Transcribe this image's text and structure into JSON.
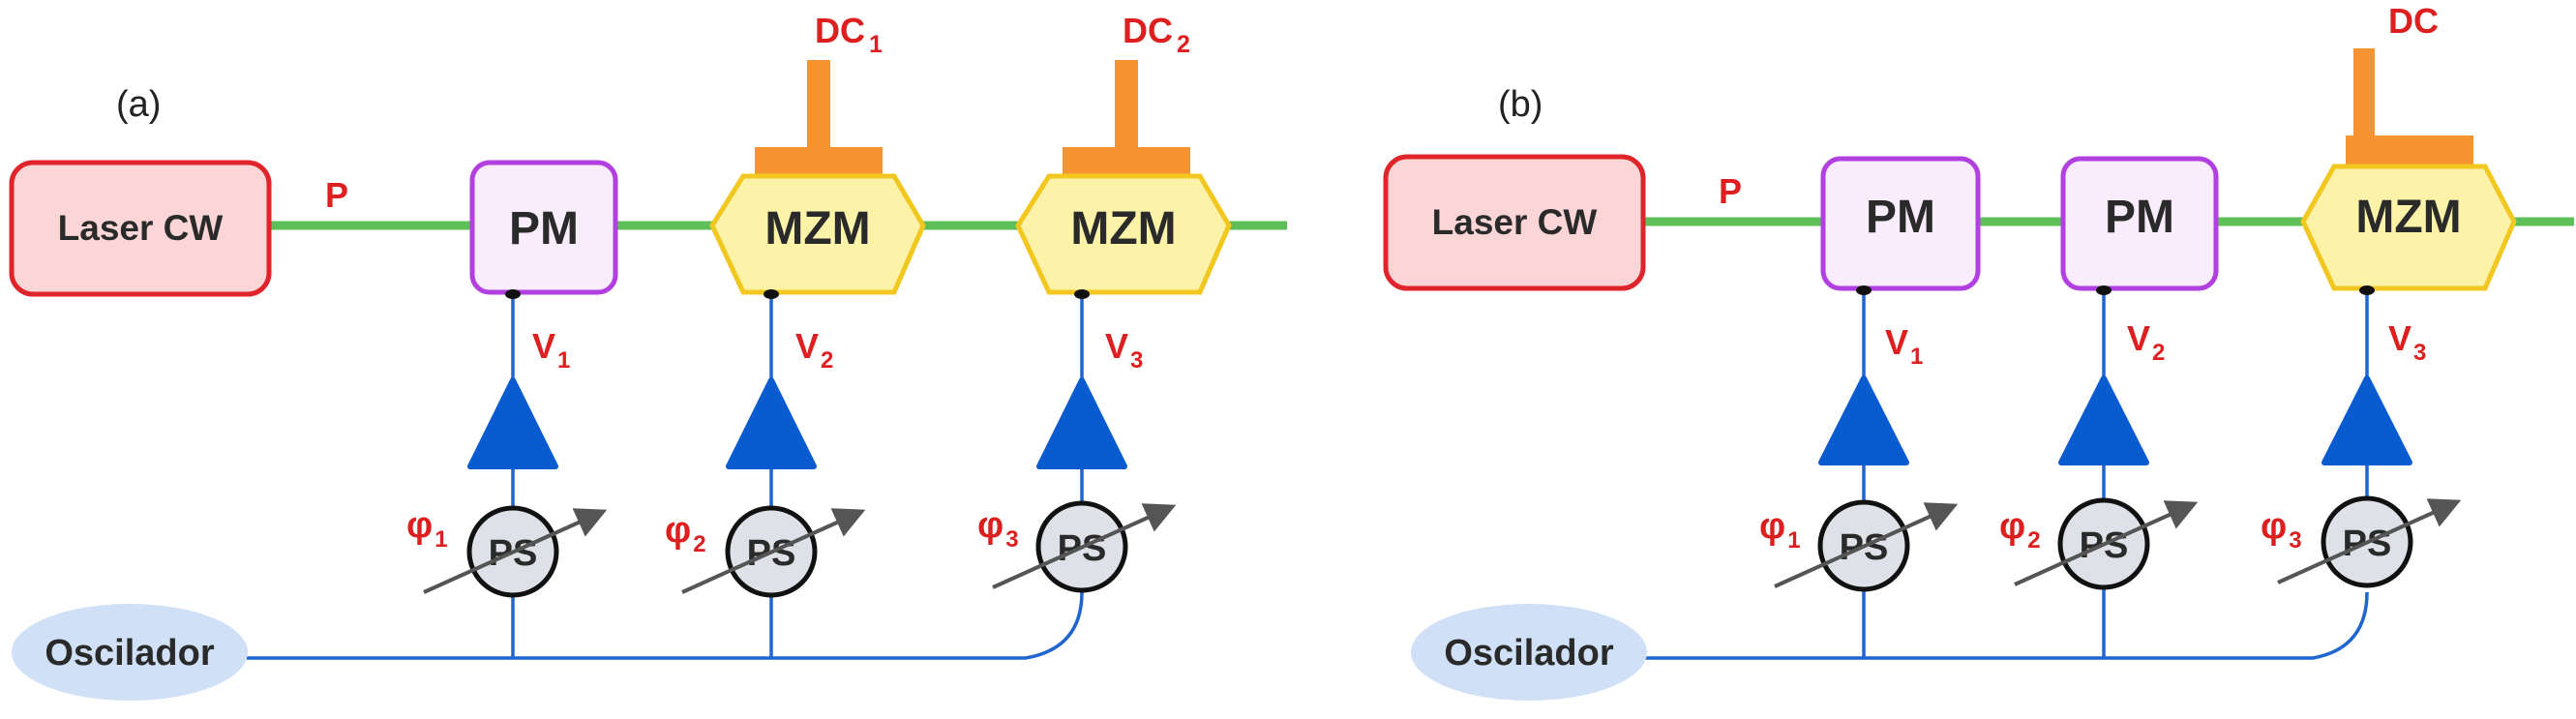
{
  "colors": {
    "fiber": "#5dbf57",
    "wire": "#1f66d1",
    "amp": "#0a5bd0",
    "laser_fill": "#fcd6d6",
    "laser_stroke": "#e0242b",
    "pm_fill": "#f9ecfc",
    "pm_stroke": "#b23fe0",
    "mzm_fill": "#fcf2a8",
    "mzm_stroke": "#f2c820",
    "dc": "#f79432",
    "ps_fill": "#dee2e8",
    "osc_fill": "#cfe0f7",
    "label_red": "#dd1f1f",
    "text_dark": "#2a2a2a"
  },
  "panel_a": {
    "tag": "(a)",
    "laser": "Laser CW",
    "power": "P",
    "pm": "PM",
    "mzm1": "MZM",
    "mzm2": "MZM",
    "dc1": {
      "base": "DC",
      "sub": "1"
    },
    "dc2": {
      "base": "DC",
      "sub": "2"
    },
    "v1": {
      "base": "V",
      "sub": "1"
    },
    "v2": {
      "base": "V",
      "sub": "2"
    },
    "v3": {
      "base": "V",
      "sub": "3"
    },
    "phi1": {
      "base": "φ",
      "sub": "1"
    },
    "phi2": {
      "base": "φ",
      "sub": "2"
    },
    "phi3": {
      "base": "φ",
      "sub": "3"
    },
    "ps1": "PS",
    "ps2": "PS",
    "ps3": "PS",
    "oscillator": "Oscilador"
  },
  "panel_b": {
    "tag": "(b)",
    "laser": "Laser CW",
    "power": "P",
    "pm1": "PM",
    "pm2": "PM",
    "mzm": "MZM",
    "dc": "DC",
    "v1": {
      "base": "V",
      "sub": "1"
    },
    "v2": {
      "base": "V",
      "sub": "2"
    },
    "v3": {
      "base": "V",
      "sub": "3"
    },
    "phi1": {
      "base": "φ",
      "sub": "1"
    },
    "phi2": {
      "base": "φ",
      "sub": "2"
    },
    "phi3": {
      "base": "φ",
      "sub": "3"
    },
    "ps1": "PS",
    "ps2": "PS",
    "ps3": "PS",
    "oscillator": "Oscilador"
  }
}
